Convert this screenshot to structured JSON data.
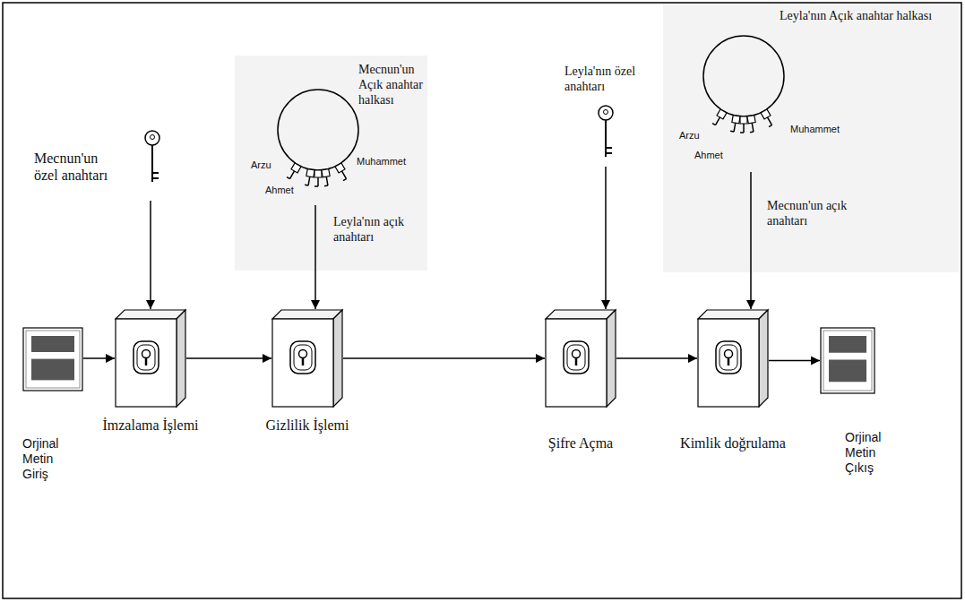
{
  "diagram": {
    "nodes": [
      {
        "text": [
          "Mecnun'un özel anahtarı"
        ]
      },
      {
        "text": [
          "Mecnun'un Açık anahtar halkası",
          "Arzu",
          "Ahmet",
          "Muhammet"
        ]
      },
      {
        "text": [
          "Leyla'nın özel anahtarı"
        ]
      },
      {
        "text": [
          "Leyla'nın Açık anahtar halkası",
          "Arzu",
          "Ahmet",
          "Muhammet"
        ]
      },
      {
        "text": [
          "Orjinal Metin Giriş"
        ]
      },
      {
        "text": [
          "İmzalama İşlemi"
        ]
      },
      {
        "text": [
          "Gizlilik İşlemi"
        ]
      },
      {
        "text": [
          "Şifre Açma"
        ]
      },
      {
        "text": [
          "Kimlik doğrulama"
        ]
      },
      {
        "text": [
          "Orjinal Metin Çıkış"
        ]
      }
    ],
    "edges": [
      {
        "from": 0,
        "to": 5,
        "arrow": "to"
      },
      {
        "from": 1,
        "to": 6,
        "label": "Leyla'nın açık anahtarı",
        "arrow": "to"
      },
      {
        "from": 2,
        "to": 7,
        "arrow": "to"
      },
      {
        "from": 3,
        "to": 8,
        "label": "Mecnun'un açık anahtarı",
        "arrow": "to"
      },
      {
        "from": 4,
        "to": 5,
        "arrow": "to"
      },
      {
        "from": 5,
        "to": 6,
        "arrow": "to"
      },
      {
        "from": 6,
        "to": 7,
        "arrow": "to"
      },
      {
        "from": 7,
        "to": 8,
        "arrow": "to"
      },
      {
        "from": 8,
        "to": 9,
        "arrow": "to"
      }
    ]
  }
}
